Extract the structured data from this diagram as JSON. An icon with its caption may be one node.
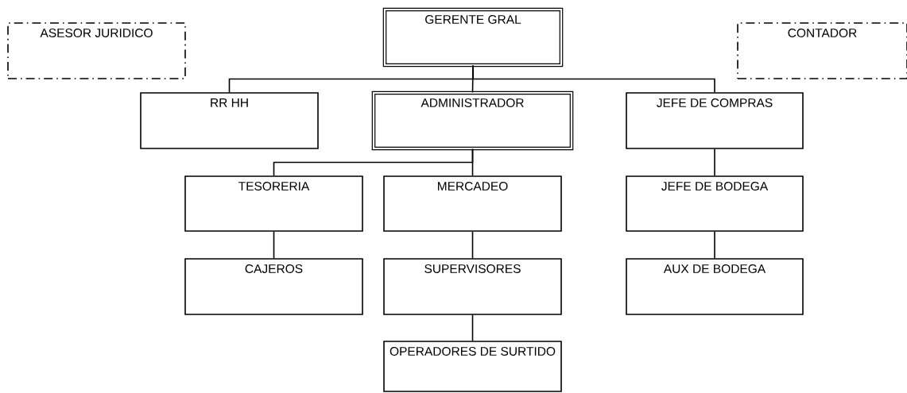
{
  "diagram": {
    "nodes": [
      {
        "text": [
          "ASESOR JURIDICO"
        ]
      },
      {
        "text": [
          "GERENTE GRAL"
        ]
      },
      {
        "text": [
          "CONTADOR"
        ]
      },
      {
        "text": [
          "RR HH"
        ]
      },
      {
        "text": [
          "ADMINISTRADOR"
        ]
      },
      {
        "text": [
          "JEFE DE COMPRAS"
        ]
      },
      {
        "text": [
          "TESORERIA"
        ]
      },
      {
        "text": [
          "MERCADEO"
        ]
      },
      {
        "text": [
          "JEFE DE BODEGA"
        ]
      },
      {
        "text": [
          "CAJEROS"
        ]
      },
      {
        "text": [
          "SUPERVISORES"
        ]
      },
      {
        "text": [
          "AUX DE BODEGA"
        ]
      },
      {
        "text": [
          "OPERADORES DE SURTIDO"
        ]
      }
    ],
    "edges": [
      {
        "from": 1,
        "to": 3,
        "arrow": "none"
      },
      {
        "from": 1,
        "to": 4,
        "arrow": "none"
      },
      {
        "from": 1,
        "to": 5,
        "arrow": "none"
      },
      {
        "from": 4,
        "to": 6,
        "arrow": "none"
      },
      {
        "from": 4,
        "to": 7,
        "arrow": "none"
      },
      {
        "from": 5,
        "to": 8,
        "arrow": "none"
      },
      {
        "from": 6,
        "to": 9,
        "arrow": "none"
      },
      {
        "from": 7,
        "to": 10,
        "arrow": "none"
      },
      {
        "from": 8,
        "to": 11,
        "arrow": "none"
      },
      {
        "from": 10,
        "to": 12,
        "arrow": "none"
      }
    ]
  }
}
